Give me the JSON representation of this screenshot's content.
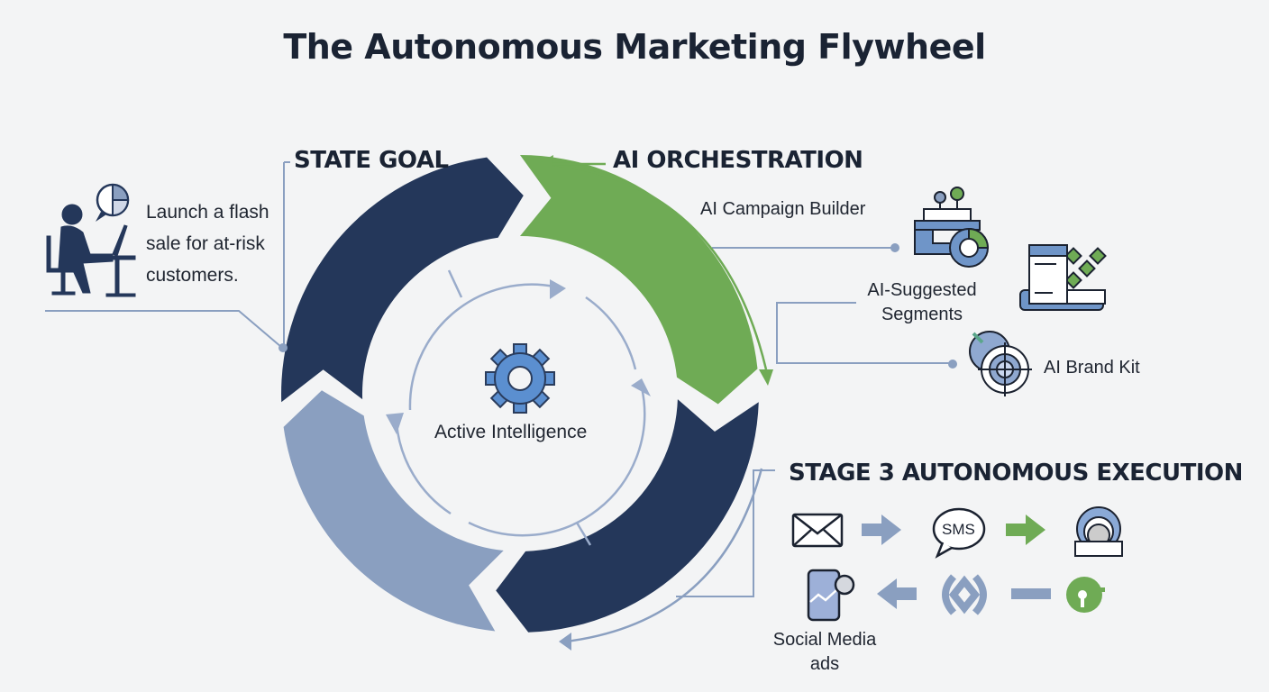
{
  "title": "The Autonomous Marketing Flywheel",
  "stage1": {
    "heading": "STATE GOAL",
    "goal_text_lines": [
      "Launch a flash",
      "sale for at-risk",
      "customers."
    ]
  },
  "stage2": {
    "heading": "AI ORCHESTRATION",
    "items": [
      "AI Campaign Builder",
      "AI-Suggested",
      "Segments",
      "AI Brand Kit"
    ]
  },
  "stage3": {
    "heading": "STAGE 3 AUTONOMOUS EXECUTION",
    "sms_label": "SMS",
    "social_label_lines": [
      "Social Media",
      "ads"
    ]
  },
  "center": {
    "label": "Active Intelligence"
  },
  "colors": {
    "navy": "#24375a",
    "green": "#6fab55",
    "light": "#8a9fc0",
    "line": "#8a9fc0"
  }
}
